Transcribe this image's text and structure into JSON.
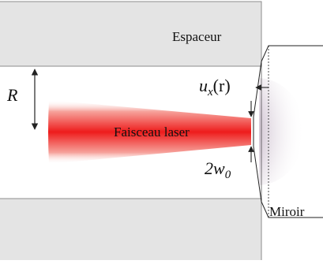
{
  "labels": {
    "spacer": "Espaceur",
    "beam": "Faisceau laser",
    "mirror": "Miroir",
    "radius": "R",
    "displacement": "u",
    "displacement_sub": "x",
    "displacement_arg": "(r)",
    "waist": "2w",
    "waist_sub": "0"
  },
  "colors": {
    "spacer_fill": "#e4e4e4",
    "spacer_stroke": "#8c8c8c",
    "beam_core": "#ee1c1c",
    "beam_edge": "#ffffff",
    "deformation_halo": "#6a4a6e",
    "lines": "#222222"
  }
}
